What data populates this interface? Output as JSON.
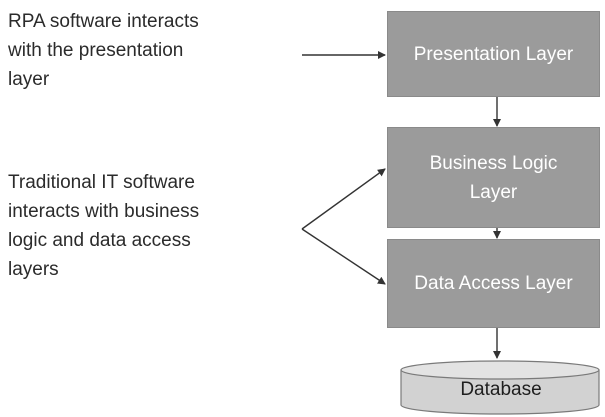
{
  "annotations": {
    "rpa_note": "RPA software interacts\nwith the presentation\nlayer",
    "it_note": "Traditional IT software\ninteracts with business\nlogic and data access\nlayers"
  },
  "layers": {
    "presentation": "Presentation Layer",
    "business_logic": "Business Logic\nLayer",
    "data_access": "Data Access Layer"
  },
  "database": {
    "label": "Database"
  },
  "colors": {
    "layer_fill": "#9b9b9b",
    "layer_text": "#ffffff",
    "arrow": "#333333",
    "database_fill": "#d2d2d2",
    "annotation_text": "#2b2b2b"
  }
}
